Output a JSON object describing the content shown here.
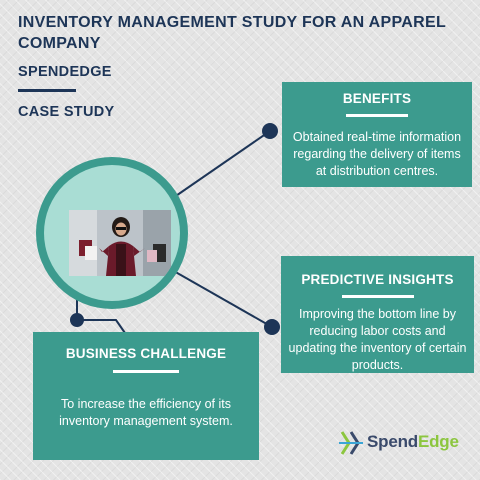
{
  "header": {
    "title": "INVENTORY MANAGEMENT STUDY FOR AN APPAREL COMPANY",
    "brand": "SPENDEDGE",
    "type": "CASE STUDY"
  },
  "benefits": {
    "title": "BENEFITS",
    "body": "Obtained real-time information regarding the delivery of items at distribution centres."
  },
  "predictive": {
    "title": "PREDICTIVE INSIGHTS",
    "body": "Improving the bottom line by reducing labor costs and updating the inventory of certain products."
  },
  "challenge": {
    "title": "BUSINESS CHALLENGE",
    "body": "To increase the efficiency of its inventory management system."
  },
  "logo": {
    "text_dark": "Spend",
    "text_green": "Edge"
  },
  "colors": {
    "teal": "#3c9b8e",
    "navy": "#1d3557",
    "light_teal": "#a9ddd4",
    "logo_green": "#8cc63f",
    "logo_blue": "#3a4a6b"
  }
}
